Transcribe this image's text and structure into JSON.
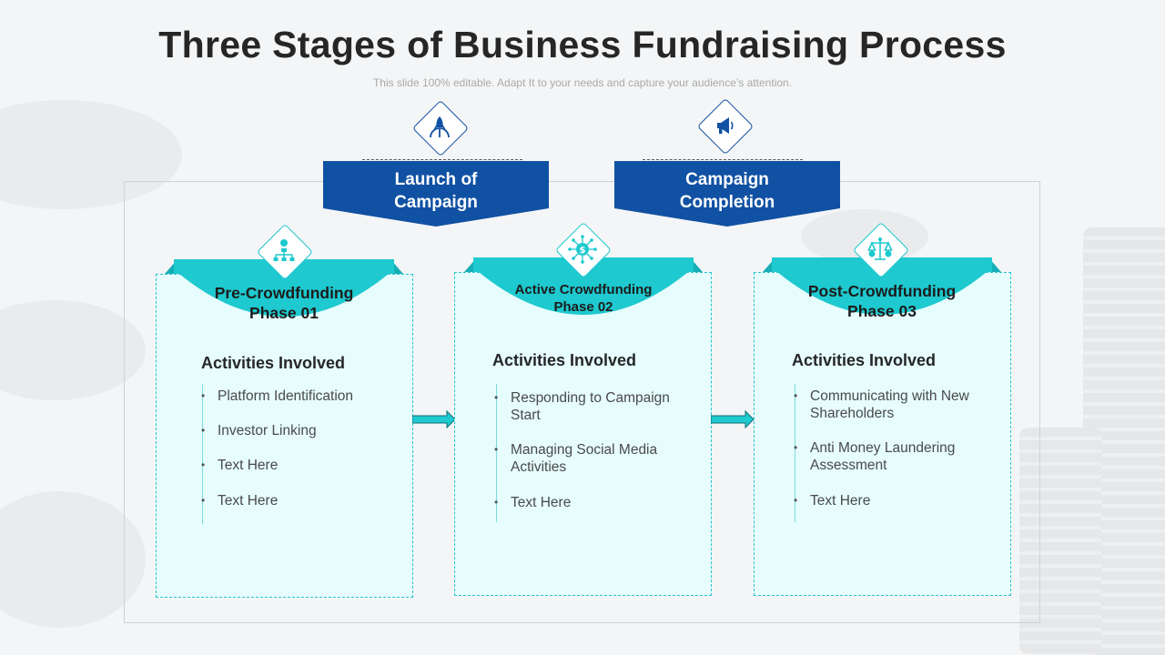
{
  "title": "Three Stages of Business Fundraising Process",
  "subtitle": "This slide 100% editable. Adapt  It to your needs and capture your audience’s attention.",
  "milestones": [
    {
      "label_line1": "Launch of",
      "label_line2": "Campaign",
      "icon": "rocket-icon"
    },
    {
      "label_line1": "Campaign",
      "label_line2": "Completion",
      "icon": "megaphone-icon"
    }
  ],
  "phases": [
    {
      "name_line1": "Pre-Crowdfunding",
      "name_line2": "Phase 01",
      "icon": "hierarchy-icon",
      "activities_title": "Activities Involved",
      "items": [
        "Platform Identification",
        "Investor  Linking",
        " Text Here",
        "Text Here"
      ]
    },
    {
      "name_line1": "Active Crowdfunding",
      "name_line2": "Phase 02",
      "icon": "dollar-network-icon",
      "activities_title": "Activities Involved",
      "items": [
        "Responding to Campaign Start",
        "Managing Social Media Activities",
        " Text Here"
      ]
    },
    {
      "name_line1": "Post-Crowdfunding",
      "name_line2": "Phase 03",
      "icon": "balance-scale-icon",
      "activities_title": "Activities Involved",
      "items": [
        "Communicating with New Shareholders",
        "Anti Money Laundering Assessment",
        "Text Here"
      ]
    }
  ],
  "colors": {
    "navy": "#1151a3",
    "teal": "#1ec9cf",
    "card_bg": "#e6fcfd"
  }
}
